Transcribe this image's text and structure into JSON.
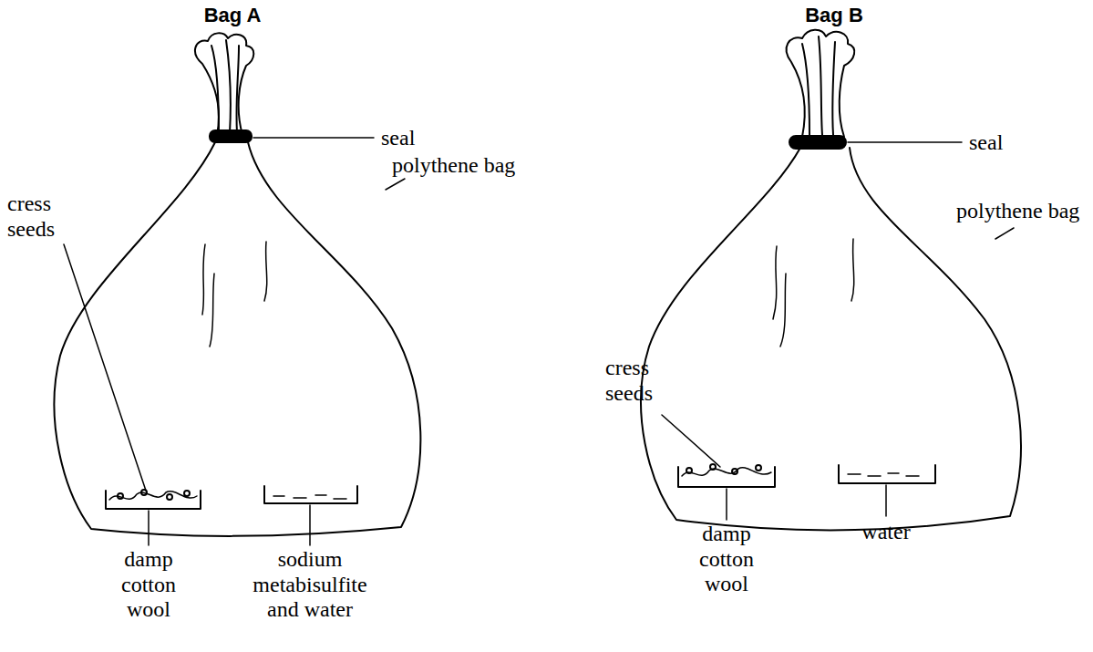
{
  "diagram": {
    "labels": [
      "Bag A",
      "Bag B",
      "seal",
      "polythene bag",
      "cress seeds",
      "damp cotton wool",
      "sodium metabisulfite and water",
      "seal",
      "polythene bag",
      "cress seeds",
      "damp cotton wool",
      "water"
    ]
  }
}
